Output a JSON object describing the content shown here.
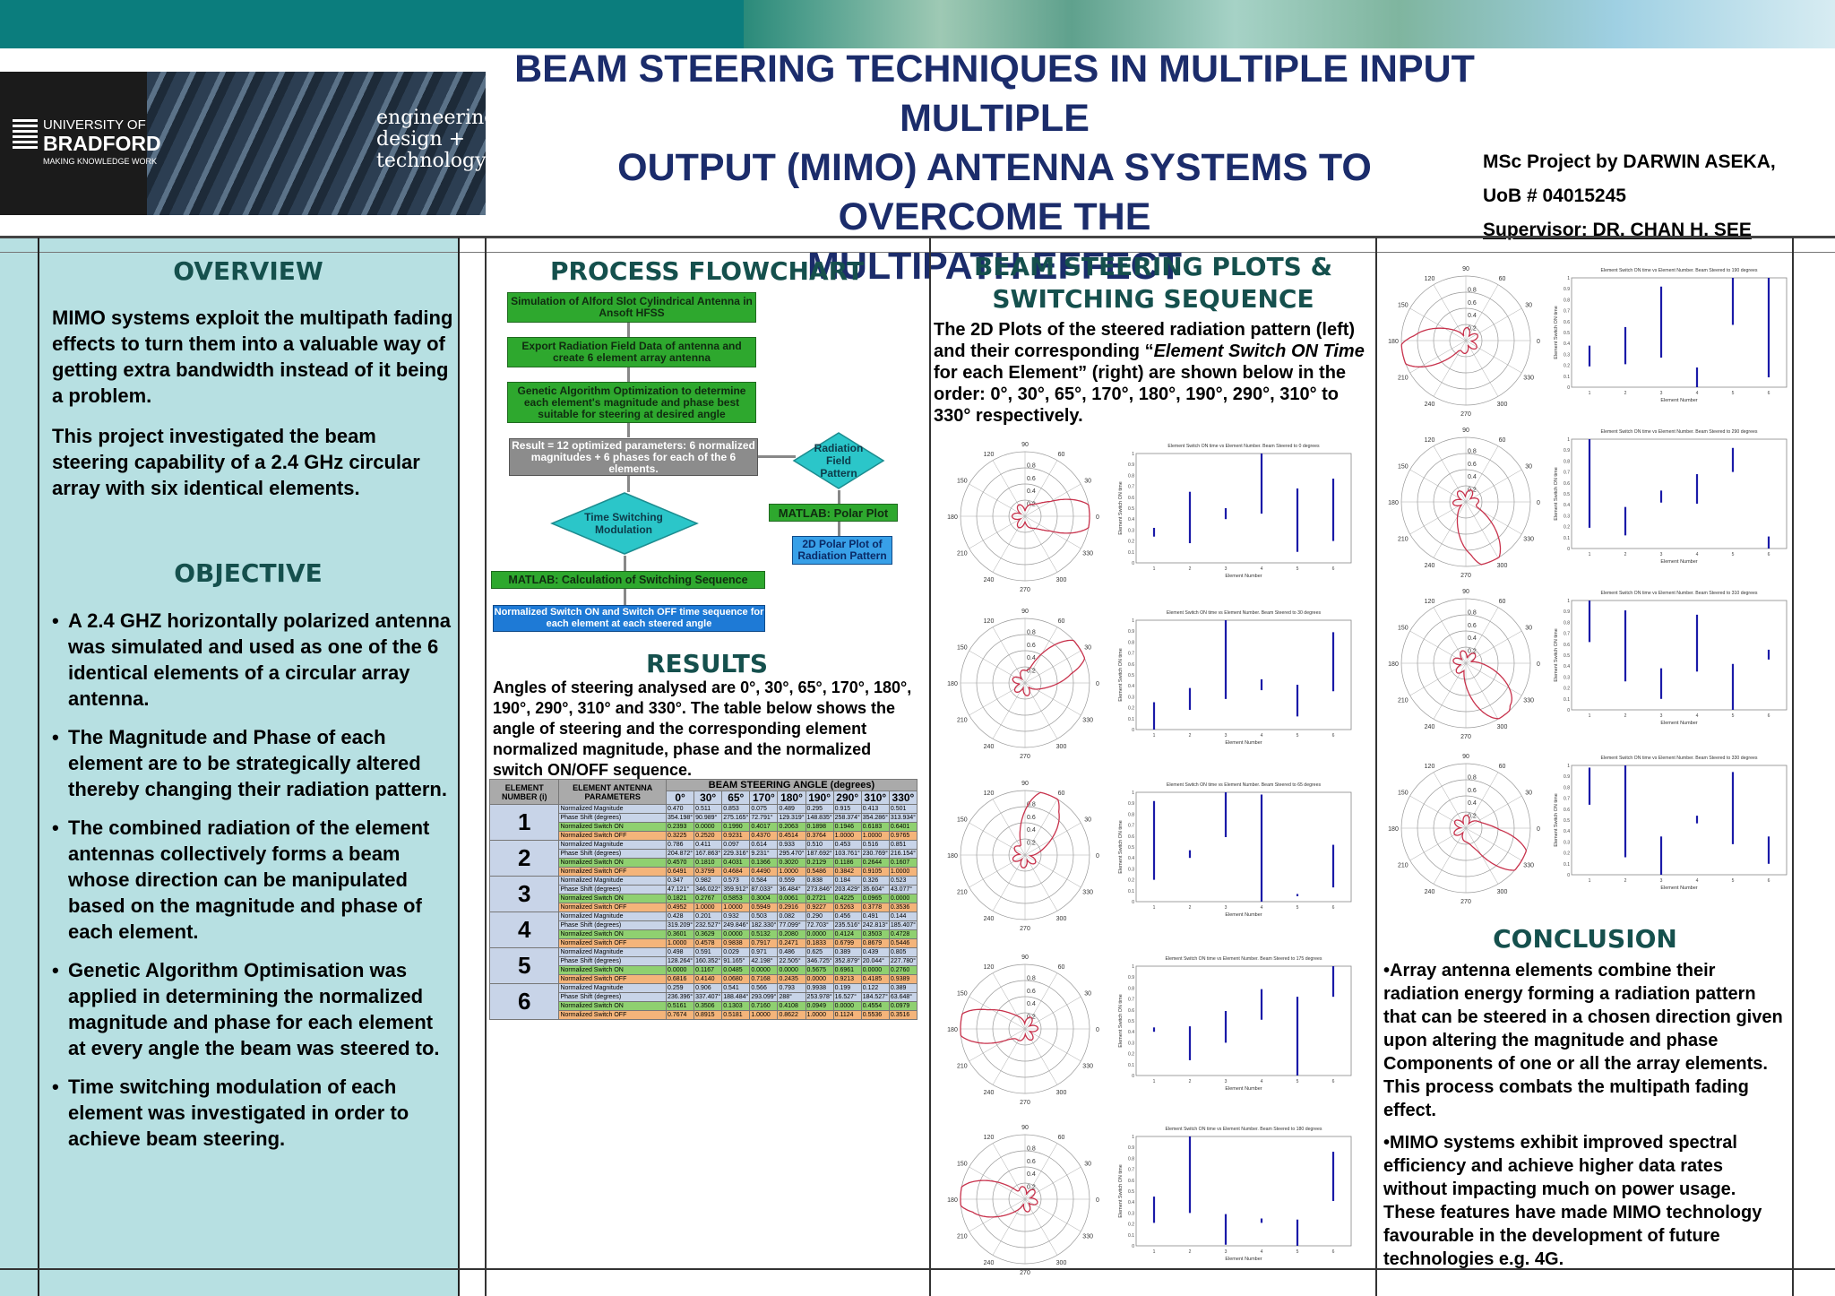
{
  "header": {
    "title_lines": [
      "BEAM STEERING TECHNIQUES IN MULTIPLE INPUT MULTIPLE",
      "OUTPUT (MIMO) ANTENNA SYSTEMS TO OVERCOME THE",
      "MULTIPATH EFFECT"
    ],
    "author": "MSc Project by DARWIN ASEKA,",
    "uob_number": "UoB # 04015245",
    "supervisor": "Supervisor: DR. CHAN H. SEE"
  },
  "logo": {
    "university_line1": "UNIVERSITY OF",
    "university_line2": "BRADFORD",
    "tagline": "MAKING KNOWLEDGE WORK",
    "edt_line1": "engineering",
    "edt_line2": "design +",
    "edt_line3": "technology"
  },
  "overview": {
    "heading": "OVERVIEW",
    "p1": "MIMO systems exploit the multipath fading effects to turn them into a valuable way of getting extra bandwidth instead of it being a problem.",
    "p2": "This project investigated the beam steering capability of a 2.4 GHz circular array with six identical elements."
  },
  "objective": {
    "heading": "OBJECTIVE",
    "items": [
      "A 2.4 GHZ horizontally polarized antenna was simulated and used as one of the 6 identical elements of a circular array antenna.",
      "The Magnitude and Phase of each element are to be strategically altered thereby changing their radiation pattern.",
      "The combined radiation of the element antennas collectively forms a beam whose direction can be manipulated based on the magnitude and phase of each element.",
      "Genetic Algorithm Optimisation was applied in determining the normalized magnitude and phase for each element at every angle the beam was steered to.",
      "Time switching modulation of each element was investigated in order to achieve beam steering."
    ]
  },
  "flowchart": {
    "heading": "PROCESS FLOWCHART",
    "box1": "Simulation of Alford Slot Cylindrical Antenna in Ansoft HFSS",
    "box2": "Export Radiation Field Data of antenna and create 6 element array antenna",
    "box3": "Genetic Algorithm Optimization to determine each element's magnitude and phase best suitable for steering at desired angle",
    "box4": "Result = 12 optimized parameters: 6 normalized magnitudes + 6 phases for each of the 6 elements.",
    "diamond1": "Radiation Field Pattern",
    "diamond2": "Time Switching Modulation",
    "box5": "MATLAB: Polar Plot",
    "box6": "2D Polar Plot of Radiation Pattern",
    "box7": "MATLAB: Calculation of Switching Sequence",
    "box8": "Normalized Switch ON and Switch OFF time sequence for each element at each steered angle"
  },
  "results": {
    "heading": "RESULTS",
    "text": "Angles of steering analysed are 0°, 30°, 65°, 170°, 180°, 190°, 290°, 310° and 330°. The table below shows the angle of steering and the corresponding element normalized magnitude, phase and the normalized switch ON/OFF sequence.",
    "table": {
      "col_element": "ELEMENT NUMBER (i)",
      "col_params": "ELEMENT ANTENNA PARAMETERS",
      "angle_header": "BEAM STEERING ANGLE (degrees)",
      "angles": [
        "0°",
        "30°",
        "65°",
        "170°",
        "180°",
        "190°",
        "290°",
        "310°",
        "330°"
      ],
      "param_labels": [
        "Normalized Magnitude",
        "Phase Shift (degrees)",
        "Normalized Switch ON",
        "Normalized Switch OFF"
      ],
      "elements": [
        {
          "n": "1",
          "rows": [
            [
              "0.470",
              "0.511",
              "0.853",
              "0.075",
              "0.489",
              "0.295",
              "0.915",
              "0.413",
              "0.501"
            ],
            [
              "354.198°",
              "90.989°",
              "275.165°",
              "72.791°",
              "129.319°",
              "148.835°",
              "258.374°",
              "354.286°",
              "313.934°"
            ],
            [
              "0.2393",
              "0.0000",
              "0.1990",
              "0.4017",
              "0.2063",
              "0.1898",
              "0.1946",
              "0.6183",
              "0.6401"
            ],
            [
              "0.3225",
              "0.2520",
              "0.9231",
              "0.4370",
              "0.4514",
              "0.3764",
              "1.0000",
              "1.0000",
              "0.9765"
            ]
          ]
        },
        {
          "n": "2",
          "rows": [
            [
              "0.786",
              "0.411",
              "0.097",
              "0.614",
              "0.933",
              "0.510",
              "0.453",
              "0.516",
              "0.851"
            ],
            [
              "204.872°",
              "167.863°",
              "229.316°",
              "9.231°",
              "295.470°",
              "187.692°",
              "103.761°",
              "230.769°",
              "216.154°"
            ],
            [
              "0.4570",
              "0.1810",
              "0.4031",
              "0.1366",
              "0.3020",
              "0.2129",
              "0.1186",
              "0.2644",
              "0.1607"
            ],
            [
              "0.6491",
              "0.3799",
              "0.4684",
              "0.4490",
              "1.0000",
              "0.5486",
              "0.3842",
              "0.9105",
              "1.0000"
            ]
          ]
        },
        {
          "n": "3",
          "rows": [
            [
              "0.347",
              "0.982",
              "0.573",
              "0.584",
              "0.559",
              "0.838",
              "0.184",
              "0.326",
              "0.523"
            ],
            [
              "47.121°",
              "346.022°",
              "359.912°",
              "87.033°",
              "36.484°",
              "273.846°",
              "203.429°",
              "35.604°",
              "43.077°"
            ],
            [
              "0.1821",
              "0.2767",
              "0.5853",
              "0.3004",
              "0.0061",
              "0.2721",
              "0.4225",
              "0.0965",
              "0.0000"
            ],
            [
              "0.4952",
              "1.0000",
              "1.0000",
              "0.5949",
              "0.2916",
              "0.9227",
              "0.5263",
              "0.3778",
              "0.3536"
            ]
          ]
        },
        {
          "n": "4",
          "rows": [
            [
              "0.428",
              "0.201",
              "0.932",
              "0.503",
              "0.082",
              "0.290",
              "0.456",
              "0.491",
              "0.144"
            ],
            [
              "319.209°",
              "232.527°",
              "249.846°",
              "182.330°",
              "77.099°",
              "72.703°",
              "235.516°",
              "242.813°",
              "185.407°"
            ],
            [
              "0.3601",
              "0.3629",
              "0.0000",
              "0.5132",
              "0.2080",
              "0.0000",
              "0.4124",
              "0.3503",
              "0.4728"
            ],
            [
              "1.0000",
              "0.4578",
              "0.9838",
              "0.7917",
              "0.2471",
              "0.1833",
              "0.6799",
              "0.8679",
              "0.5446"
            ]
          ]
        },
        {
          "n": "5",
          "rows": [
            [
              "0.498",
              "0.591",
              "0.029",
              "0.971",
              "0.486",
              "0.625",
              "0.389",
              "0.439",
              "0.805"
            ],
            [
              "128.264°",
              "160.352°",
              "91.165°",
              "42.198°",
              "22.505°",
              "346.725°",
              "352.879°",
              "20.044°",
              "227.780°"
            ],
            [
              "0.0000",
              "0.1167",
              "0.0485",
              "0.0000",
              "0.0000",
              "0.5675",
              "0.6961",
              "0.0000",
              "0.2760"
            ],
            [
              "0.6816",
              "0.4140",
              "0.0680",
              "0.7168",
              "0.2435",
              "0.0000",
              "0.9213",
              "0.4185",
              "0.9389"
            ]
          ]
        },
        {
          "n": "6",
          "rows": [
            [
              "0.259",
              "0.906",
              "0.541",
              "0.566",
              "0.793",
              "0.9938",
              "0.199",
              "0.122",
              "0.389"
            ],
            [
              "236.396°",
              "337.407°",
              "188.484°",
              "293.099°",
              "288°",
              "253.978°",
              "16.527°",
              "184.527°",
              "63.648°"
            ],
            [
              "0.5161",
              "0.3506",
              "0.1303",
              "0.7160",
              "0.4108",
              "0.0949",
              "0.0000",
              "0.4554",
              "0.0979"
            ],
            [
              "0.7674",
              "0.8915",
              "0.5181",
              "1.0000",
              "0.8622",
              "1.0000",
              "0.1124",
              "0.5536",
              "0.3516"
            ]
          ]
        }
      ]
    }
  },
  "plots": {
    "heading": "BEAM STEERING PLOTS & SWITCHING SEQUENCE",
    "intro_plain1": "The 2D Plots of the steered radiation pattern (left) and their corresponding “",
    "intro_italic": "Element Switch ON Time",
    "intro_plain2": " for each Element” (right) are shown below in the order: 0°, 30°, 65°, 170°, 180°, 190°, 290°, 310° to 330° respectively.",
    "polar_angle_labels": [
      "90",
      "60",
      "30",
      "0",
      "330",
      "300",
      "270",
      "240",
      "210",
      "180",
      "150",
      "120"
    ],
    "polar_radius_labels": [
      "0.8",
      "0.6",
      "0.4",
      "0.2"
    ],
    "bar_xlabel": "Element Number",
    "bar_ylabel": "Element Switch ON time",
    "bar_title_prefix": "Element Switch ON time vs Element Number. Beam Steered to",
    "bar_title_suffix": "degrees",
    "steered_angles": [
      "0",
      "30",
      "65",
      "175",
      "180",
      "190",
      "290",
      "310",
      "330"
    ]
  },
  "chart_data": [
    {
      "type": "bar",
      "title": "Element Switch ON time vs Element Number. Beam Steered to 0 degrees",
      "xlabel": "Element Number",
      "ylabel": "Element Switch ON time",
      "x": [
        1,
        2,
        3,
        4,
        5,
        6
      ],
      "on": [
        0.24,
        0.18,
        0.4,
        0.45,
        0.1,
        0.2
      ],
      "off": [
        0.32,
        0.65,
        0.5,
        1.0,
        0.68,
        0.77
      ],
      "ylim": [
        0,
        1
      ]
    },
    {
      "type": "bar",
      "title": "Element Switch ON time vs Element Number. Beam Steered to 30 degrees",
      "xlabel": "Element Number",
      "ylabel": "Element Switch ON time",
      "x": [
        1,
        2,
        3,
        4,
        5,
        6
      ],
      "on": [
        0.0,
        0.18,
        0.28,
        0.36,
        0.12,
        0.35
      ],
      "off": [
        0.25,
        0.38,
        1.0,
        0.46,
        0.41,
        0.89
      ],
      "ylim": [
        0,
        1
      ]
    },
    {
      "type": "bar",
      "title": "Element Switch ON time vs Element Number. Beam Steered to 65 degrees",
      "xlabel": "Element Number",
      "ylabel": "Element Switch ON time",
      "x": [
        1,
        2,
        3,
        4,
        5,
        6
      ],
      "on": [
        0.2,
        0.4,
        0.59,
        0.0,
        0.05,
        0.13
      ],
      "off": [
        0.92,
        0.47,
        1.0,
        0.98,
        0.07,
        0.52
      ],
      "ylim": [
        0,
        1
      ]
    },
    {
      "type": "bar",
      "title": "Element Switch ON time vs Element Number. Beam Steered to 175 degrees",
      "xlabel": "Element Number",
      "ylabel": "Element Switch ON time",
      "x": [
        1,
        2,
        3,
        4,
        5,
        6
      ],
      "on": [
        0.4,
        0.14,
        0.3,
        0.51,
        0.0,
        0.72
      ],
      "off": [
        0.44,
        0.45,
        0.59,
        0.79,
        0.72,
        1.0
      ],
      "ylim": [
        0,
        1
      ]
    },
    {
      "type": "bar",
      "title": "Element Switch ON time vs Element Number. Beam Steered to 180 degrees",
      "xlabel": "Element Number",
      "ylabel": "Element Switch ON time",
      "x": [
        1,
        2,
        3,
        4,
        5,
        6
      ],
      "on": [
        0.21,
        0.3,
        0.01,
        0.21,
        0.0,
        0.41
      ],
      "off": [
        0.45,
        1.0,
        0.29,
        0.25,
        0.24,
        0.86
      ],
      "ylim": [
        0,
        1
      ]
    },
    {
      "type": "bar",
      "title": "Element Switch ON time vs Element Number. Beam Steered to 190 degrees",
      "xlabel": "Element Number",
      "ylabel": "Element Switch ON time",
      "x": [
        1,
        2,
        3,
        4,
        5,
        6
      ],
      "on": [
        0.19,
        0.21,
        0.27,
        0.0,
        0.57,
        0.09
      ],
      "off": [
        0.38,
        0.55,
        0.92,
        0.18,
        1.0,
        1.0
      ],
      "ylim": [
        0,
        1
      ]
    },
    {
      "type": "bar",
      "title": "Element Switch ON time vs Element Number. Beam Steered to 290 degrees",
      "xlabel": "Element Number",
      "ylabel": "Element Switch ON time",
      "x": [
        1,
        2,
        3,
        4,
        5,
        6
      ],
      "on": [
        0.19,
        0.12,
        0.42,
        0.41,
        0.7,
        0.0
      ],
      "off": [
        1.0,
        0.38,
        0.53,
        0.68,
        0.92,
        0.11
      ],
      "ylim": [
        0,
        1
      ]
    },
    {
      "type": "bar",
      "title": "Element Switch ON time vs Element Number. Beam Steered to 310 degrees",
      "xlabel": "Element Number",
      "ylabel": "Element Switch ON time",
      "x": [
        1,
        2,
        3,
        4,
        5,
        6
      ],
      "on": [
        0.62,
        0.26,
        0.1,
        0.35,
        0.0,
        0.46
      ],
      "off": [
        1.0,
        0.91,
        0.38,
        0.87,
        0.42,
        0.55
      ],
      "ylim": [
        0,
        1
      ]
    },
    {
      "type": "bar",
      "title": "Element Switch ON time vs Element Number. Beam Steered to 330 degrees",
      "xlabel": "Element Number",
      "ylabel": "Element Switch ON time",
      "x": [
        1,
        2,
        3,
        4,
        5,
        6
      ],
      "on": [
        0.64,
        0.16,
        0.0,
        0.47,
        0.28,
        0.1
      ],
      "off": [
        0.98,
        1.0,
        0.35,
        0.54,
        0.94,
        0.35
      ],
      "ylim": [
        0,
        1
      ]
    }
  ],
  "conclusion": {
    "heading": "CONCLUSION",
    "p1": "•Array antenna elements combine their radiation energy forming a radiation pattern that can be steered in a chosen direction given upon altering the magnitude and phase Components of one or all the array elements. This process combats the multipath fading effect.",
    "p2": "•MIMO systems exhibit improved spectral efficiency and achieve higher data rates without impacting much on power usage. These features have made MIMO technology favourable in the development of future technologies e.g. 4G."
  },
  "colors": {
    "title": "#1b2c6b",
    "heading": "#15504d",
    "left_bg": "#b7e0e2",
    "polar_curve": "#c8324c",
    "bar": "#1a1aa8"
  }
}
